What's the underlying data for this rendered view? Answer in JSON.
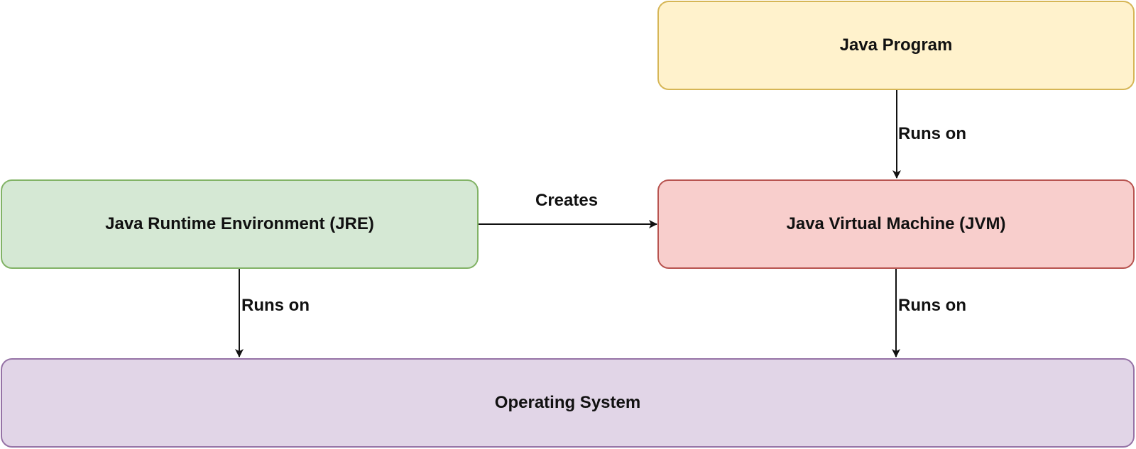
{
  "nodes": {
    "java_program": {
      "label": "Java Program",
      "fill": "#fff2cc",
      "stroke": "#d6b656"
    },
    "jvm": {
      "label": "Java Virtual Machine (JVM)",
      "fill": "#f8cecc",
      "stroke": "#b85450"
    },
    "jre": {
      "label": "Java Runtime Environment (JRE)",
      "fill": "#d5e8d4",
      "stroke": "#82b366"
    },
    "os": {
      "label": "Operating System",
      "fill": "#e1d5e7",
      "stroke": "#9673a6"
    }
  },
  "edges": {
    "program_to_jvm": {
      "label": "Runs on"
    },
    "jre_to_jvm": {
      "label": "Creates"
    },
    "jre_to_os": {
      "label": "Runs on"
    },
    "jvm_to_os": {
      "label": "Runs on"
    }
  }
}
